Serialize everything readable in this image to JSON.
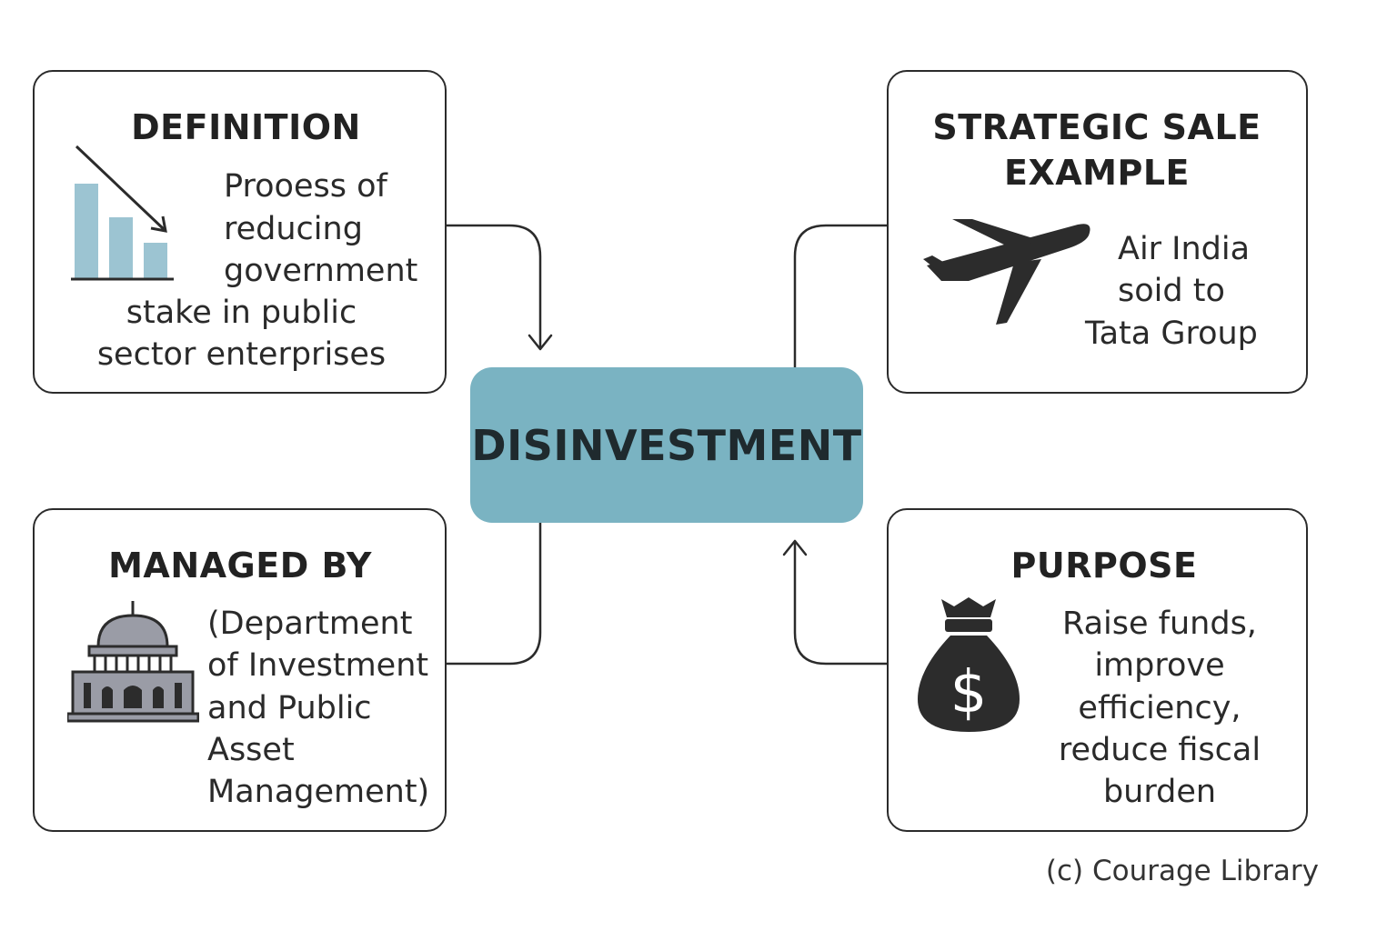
{
  "center": {
    "label": "DISINVESTMENT"
  },
  "definition": {
    "title": "DEFINITION",
    "lines": [
      "Prooess of",
      "reducing",
      "government",
      "stake in public",
      "sector enterprises"
    ]
  },
  "strategic_sale": {
    "title_line1": "STRATEGIC SALE",
    "title_line2": "EXAMPLE",
    "lines": [
      "Air India",
      "soid to",
      "Tata Group"
    ]
  },
  "managed_by": {
    "title": "MANAGED BY",
    "lines": [
      "(Department",
      "of Investment",
      "and Public",
      "Asset",
      "Management)"
    ]
  },
  "purpose": {
    "title": "PURPOSE",
    "lines": [
      "Raise funds,",
      "improve",
      "efficiency,",
      "reduce fiscal",
      "burden"
    ]
  },
  "footer": {
    "credit": "(c) Courage Library"
  },
  "colors": {
    "center_fill": "#7ab3c2",
    "chart_bar": "#9cc4d2",
    "border": "#2b2b2b",
    "icon_dark": "#2c2c2c",
    "building_gray": "#9a9ca6"
  },
  "icons": [
    "declining-bar-chart-icon",
    "airplane-icon",
    "government-building-icon",
    "money-bag-icon"
  ]
}
